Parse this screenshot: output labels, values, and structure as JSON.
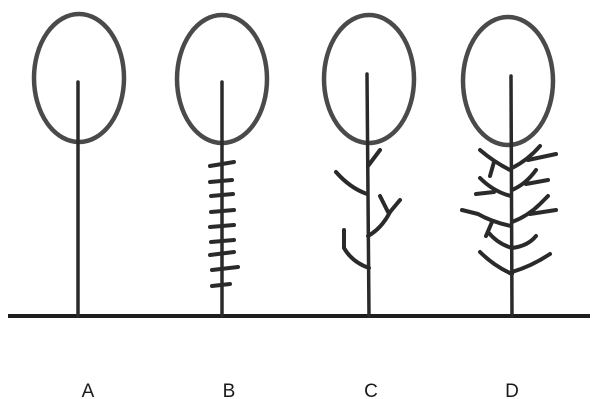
{
  "figure": {
    "labels": [
      "A",
      "B",
      "C",
      "D"
    ]
  }
}
